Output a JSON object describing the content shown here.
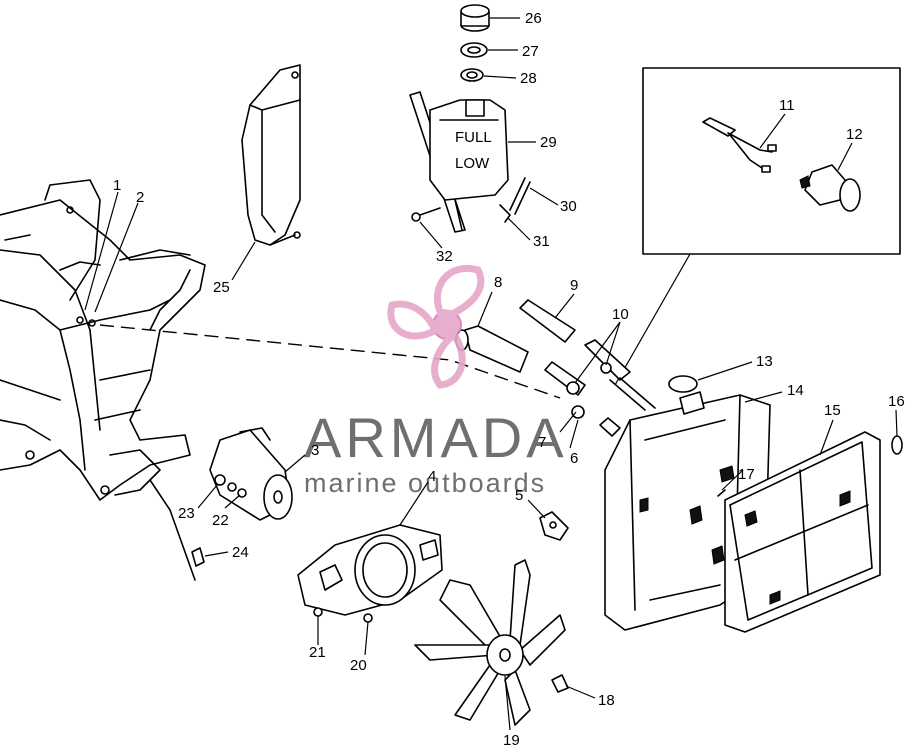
{
  "watermark": {
    "brand": "ARMADA",
    "tagline": "marine outboards",
    "logo_color": "#e6a6c8",
    "text_color": "#6f6f6f"
  },
  "callouts": [
    "1",
    "2",
    "3",
    "4",
    "5",
    "6",
    "7",
    "8",
    "9",
    "10",
    "11",
    "12",
    "13",
    "14",
    "15",
    "16",
    "17",
    "18",
    "19",
    "20",
    "21",
    "22",
    "23",
    "24",
    "25",
    "26",
    "27",
    "28",
    "29",
    "30",
    "31",
    "32"
  ],
  "tank_labels": {
    "full": "FULL",
    "low": "LOW"
  }
}
